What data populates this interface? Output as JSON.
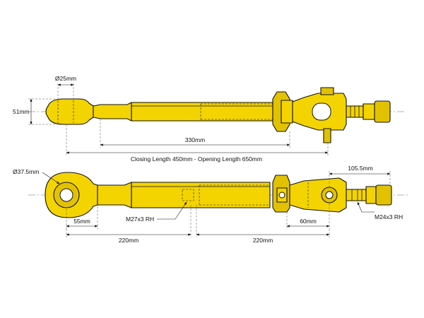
{
  "colors": {
    "part_fill": "#f4d400",
    "part_shadow": "#e2c200",
    "outline": "#111111",
    "background": "#ffffff"
  },
  "top_view": {
    "ball_diameter": "Ø25mm",
    "end_height": "51mm",
    "tube_length": "330mm",
    "overall_length": "Closing Length 450mm - Opening Length 650mm"
  },
  "bottom_view": {
    "eye_diameter": "Ø37.5mm",
    "ball_end_length": "55mm",
    "left_thread": "M27x3 RH",
    "right_thread": "M24x3 RH",
    "clevis_offset": "60mm",
    "right_end_length": "105.5mm",
    "left_section": "220mm",
    "right_section": "220mm"
  }
}
